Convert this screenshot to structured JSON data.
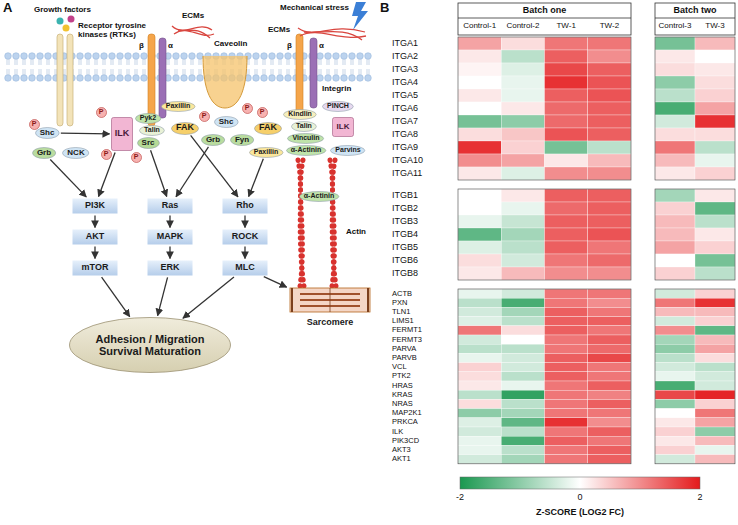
{
  "diagram": {
    "nodes": [
      {
        "text": [
          "Shc"
        ]
      },
      {
        "text": [
          "Grb"
        ]
      },
      {
        "text": [
          "NCK"
        ]
      },
      {
        "text": [
          "ILK"
        ]
      },
      {
        "text": [
          "Pyk2"
        ]
      },
      {
        "text": [
          "Talin"
        ]
      },
      {
        "text": [
          "Paxillin"
        ]
      },
      {
        "text": [
          "Src"
        ]
      },
      {
        "text": [
          "FAK"
        ]
      },
      {
        "text": [
          "Shc"
        ]
      },
      {
        "text": [
          "Grb"
        ]
      },
      {
        "text": [
          "Fyn"
        ]
      },
      {
        "text": [
          "FAK"
        ]
      },
      {
        "text": [
          "Kindlin"
        ]
      },
      {
        "text": [
          "Talin"
        ]
      },
      {
        "text": [
          "PINCH"
        ]
      },
      {
        "text": [
          "ILK"
        ]
      },
      {
        "text": [
          "Paxillin"
        ]
      },
      {
        "text": [
          "Vinculin"
        ]
      },
      {
        "text": [
          "α-Actinin"
        ]
      },
      {
        "text": [
          "Parvins"
        ]
      },
      {
        "text": [
          "PI3K"
        ]
      },
      {
        "text": [
          "AKT"
        ]
      },
      {
        "text": [
          "mTOR"
        ]
      },
      {
        "text": [
          "Ras"
        ]
      },
      {
        "text": [
          "MAPK"
        ]
      },
      {
        "text": [
          "ERK"
        ]
      },
      {
        "text": [
          "Rho"
        ]
      },
      {
        "text": [
          "ROCK"
        ]
      },
      {
        "text": [
          "MLC"
        ]
      },
      {
        "text": [
          "Adhesion / Migration Survival Maturation"
        ]
      },
      {
        "text": [
          "Sarcomere"
        ]
      },
      {
        "text": [
          "α-Actinin"
        ]
      },
      {
        "text": [
          "P"
        ]
      },
      {
        "text": [
          "P"
        ]
      },
      {
        "text": [
          "P"
        ]
      },
      {
        "text": [
          "P"
        ]
      },
      {
        "text": [
          "P"
        ]
      },
      {
        "text": [
          "P"
        ]
      },
      {
        "text": [
          "P"
        ]
      }
    ],
    "edges": [
      {
        "from": 21,
        "to": 22,
        "arrow": "to"
      },
      {
        "from": 22,
        "to": 23,
        "arrow": "to"
      },
      {
        "from": 24,
        "to": 25,
        "arrow": "to"
      },
      {
        "from": 25,
        "to": 26,
        "arrow": "to"
      },
      {
        "from": 27,
        "to": 28,
        "arrow": "to"
      },
      {
        "from": 28,
        "to": 29,
        "arrow": "to"
      },
      {
        "from": 23,
        "to": 30,
        "arrow": "to"
      },
      {
        "from": 26,
        "to": 30,
        "arrow": "to"
      },
      {
        "from": 29,
        "to": 30,
        "arrow": "to"
      },
      {
        "from": 29,
        "to": 31,
        "arrow": "to"
      },
      {
        "from": 1,
        "to": 21,
        "arrow": "to"
      },
      {
        "from": 0,
        "to": 3,
        "arrow": "to"
      },
      {
        "from": 3,
        "to": 21,
        "arrow": "to"
      },
      {
        "from": 7,
        "to": 24,
        "arrow": "to"
      },
      {
        "from": 10,
        "to": 24,
        "arrow": "to"
      },
      {
        "from": 8,
        "to": 27,
        "arrow": "to"
      },
      {
        "from": 17,
        "to": 27,
        "arrow": "to"
      }
    ],
    "labels": [
      "A",
      "Growth factors",
      "ECMs",
      "β",
      "α",
      "Caveolin",
      "Mechanical stress",
      "ECMs",
      "β",
      "α",
      "Receptor tyrosine kinases (RTKs)",
      "Integrin",
      "Actin",
      "B",
      "Batch one",
      "Batch two",
      "Control-1",
      "Control-2",
      "TW-1",
      "TW-2",
      "Control-3",
      "TW-3",
      "ITGA1",
      "ITGA2",
      "ITGA3",
      "ITGA4",
      "ITGA5",
      "ITGA6",
      "ITGA7",
      "ITGA8",
      "ITGA9",
      "ITGA10",
      "ITGA11",
      "ITGB1",
      "ITGB2",
      "ITGB3",
      "ITGB4",
      "ITGB5",
      "ITGB6",
      "ITGB8",
      "ACTB",
      "PXN",
      "TLN1",
      "LIMS1",
      "FERMT1",
      "FERMT3",
      "PARVA",
      "PARVB",
      "VCL",
      "PTK2",
      "HRAS",
      "KRAS",
      "NRAS",
      "MAP2K1",
      "PRKCA",
      "ILK",
      "PIK3CD",
      "AKT3",
      "AKT1",
      "-2",
      "0",
      "2",
      "Z-SCORE (LOG2 FC)"
    ]
  }
}
